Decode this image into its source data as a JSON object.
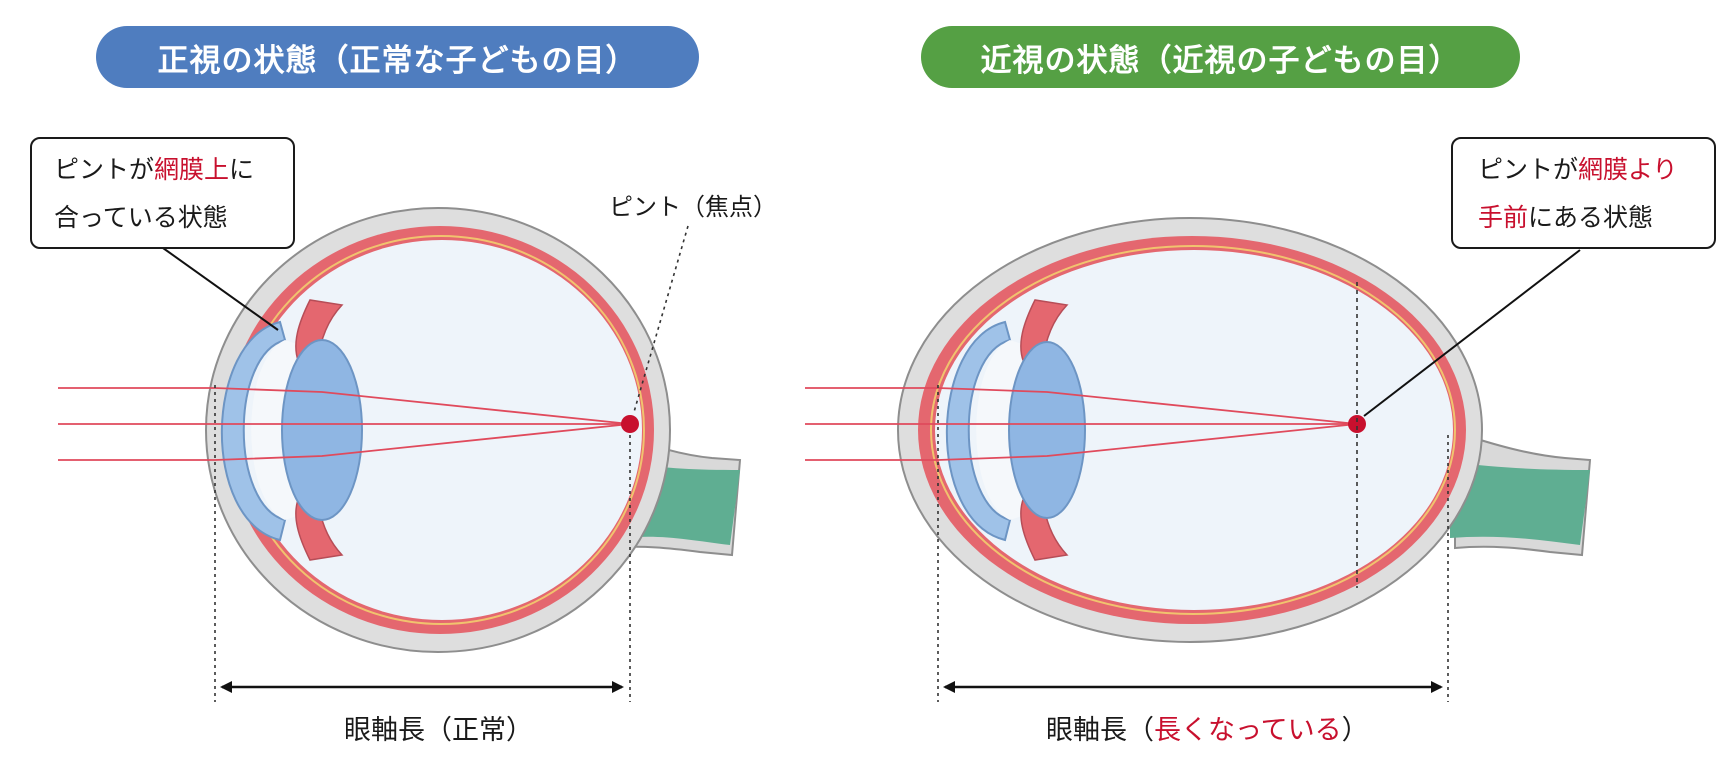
{
  "titles": {
    "normal": "正視の状態（正常な子どもの目）",
    "myopia": "近視の状態（近視の子どもの目）"
  },
  "callouts": {
    "normal": {
      "line1_a": "ピントが",
      "line1_b": "網膜上",
      "line1_c": "に",
      "line2": "合っている状態"
    },
    "myopia": {
      "line1_a": "ピントが",
      "line1_b": "網膜より",
      "line2_a": "手前",
      "line2_b": "にある状態"
    }
  },
  "focus_label": "ピント（焦点）",
  "axial_length": {
    "normal": "眼軸長（正常）",
    "myopia_a": "眼軸長（",
    "myopia_b": "長くなっている",
    "myopia_c": "）"
  },
  "colors": {
    "normal_title_bg": "#4f7dbf",
    "myopia_title_bg": "#55a044",
    "emphasis_text": "#c8102e",
    "retina_layer": "#e4676f",
    "light_ray": "#e04a5c",
    "lens_cornea": "#8fb6e3",
    "optic_nerve": "#5fae92",
    "focal_point": "#c8102e"
  }
}
